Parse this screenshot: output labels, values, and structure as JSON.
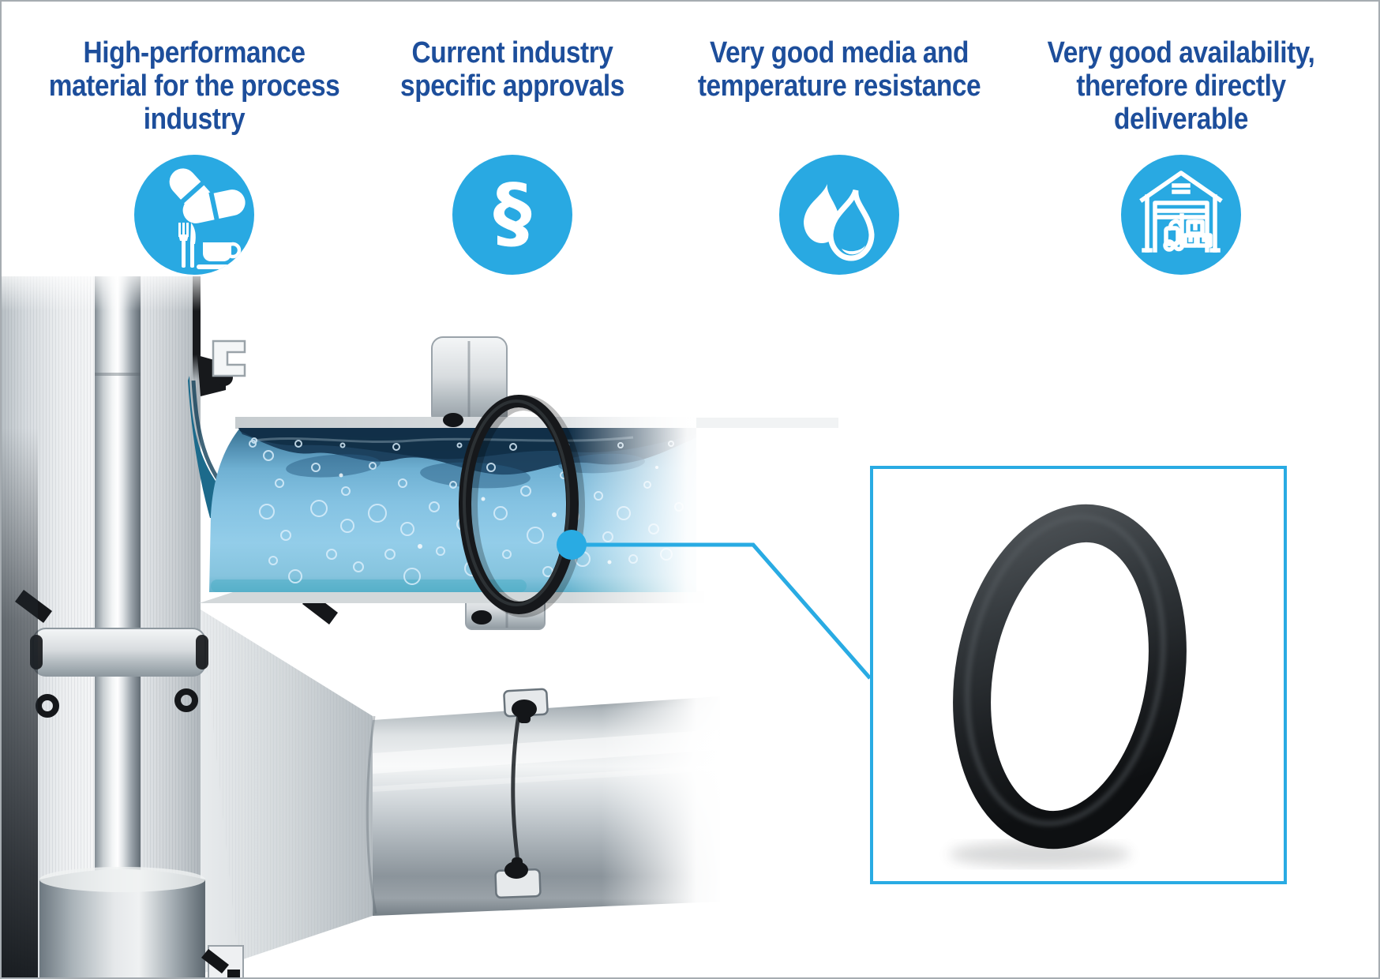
{
  "header": {
    "features": [
      {
        "icon": "pharma-food-icon",
        "lines": [
          "High-performance",
          "material for the process",
          "industry"
        ]
      },
      {
        "icon": "paragraph-icon",
        "symbol": "§",
        "lines": [
          "Current industry",
          "specific approvals"
        ]
      },
      {
        "icon": "water-drops-icon",
        "lines": [
          "Very good media and",
          "temperature resistance"
        ]
      },
      {
        "icon": "warehouse-icon",
        "lines": [
          "Very good availability,",
          "therefore directly",
          "deliverable"
        ]
      }
    ]
  },
  "illustration": {
    "scene": "valve-pipe-cutaway-with-water-flow",
    "highlighted_part": "o-ring-seal",
    "callout": "o-ring-detail-box"
  },
  "colors": {
    "accent_blue": "#29a9e2",
    "navy_text": "#1d4e9b",
    "callout_blue": "#29abe3",
    "border_gray": "#a6acb1",
    "oring_black": "#1e2124",
    "water_blue": "#7fc0e2",
    "water_dark_navy": "#1c3e5c",
    "steel_light": "#e9eced"
  }
}
